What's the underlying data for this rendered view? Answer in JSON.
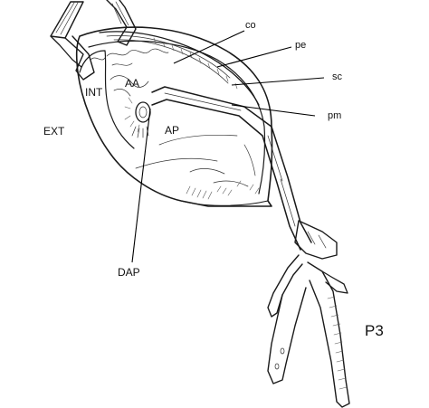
{
  "figure": {
    "labels": {
      "co": "co",
      "pe": "pe",
      "sc": "sc",
      "pm": "pm",
      "aa": "AA",
      "int": "INT",
      "ext": "EXT",
      "ap": "AP",
      "dap": "DAP",
      "p3": "P3"
    }
  },
  "colors": {
    "ink": "#1a1a1a",
    "background": "#ffffff"
  }
}
